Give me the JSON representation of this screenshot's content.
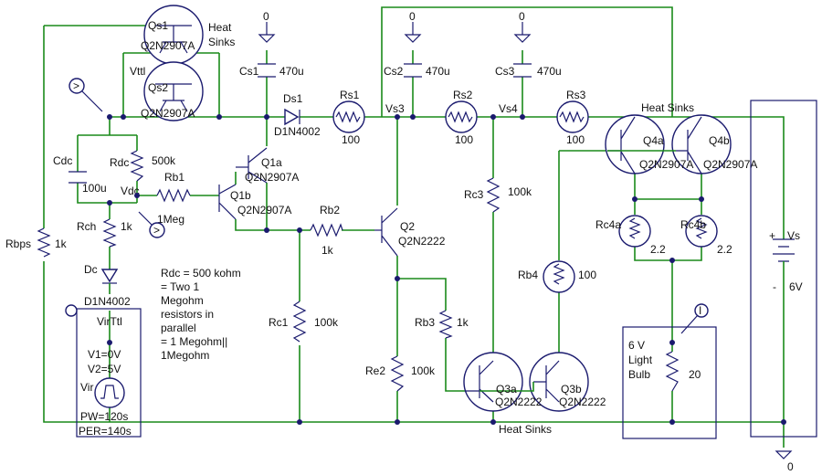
{
  "labels": {
    "qs1": "Qs1",
    "qs2": "Qs2",
    "qs_model1": "Q2N2907A",
    "qs_model2": "Q2N2907A",
    "heat_sinks_top": "Heat\nSinks",
    "heat_sinks_right": "Heat Sinks",
    "heat_sinks_bottom": "Heat Sinks",
    "vttl": "Vttl",
    "gnd_0": "0",
    "cs1": "Cs1",
    "cs1_val": "470u",
    "cs2": "Cs2",
    "cs2_val": "470u",
    "cs3": "Cs3",
    "cs3_val": "470u",
    "ds1": "Ds1",
    "ds1_model": "D1N4002",
    "rs1": "Rs1",
    "rs1_val": "100",
    "rs2": "Rs2",
    "rs2_val": "100",
    "rs3": "Rs3",
    "rs3_val": "100",
    "vs3": "Vs3",
    "vs4": "Vs4",
    "cdc": "Cdc",
    "cdc_val": "100u",
    "rdc": "Rdc",
    "rdc_val": "500k",
    "vdc": "Vdc",
    "rb1": "Rb1",
    "rb1_val": "1Meg",
    "q1a": "Q1a",
    "q1a_model": "Q2N2907A",
    "q1b": "Q1b",
    "q1b_model": "Q2N2907A",
    "rb2": "Rb2",
    "rb2_val": "1k",
    "q2": "Q2",
    "q2_model": "Q2N2222",
    "rch": "Rch",
    "rch_val": "1k",
    "rbps": "Rbps",
    "rbps_val": "1k",
    "dc": "Dc",
    "dc_model": "D1N4002",
    "virttl": "VirTtl",
    "v1": "V1=0V",
    "v2": "V2=5V",
    "vir": "Vir",
    "pw": "PW=120s",
    "per": "PER=140s",
    "note": [
      "Rdc = 500 kohm",
      " = Two 1",
      "Megohm",
      "resistors in",
      "parallel",
      " = 1 Megohm||",
      "1Megohm"
    ],
    "rc1": "Rc1",
    "rc1_val": "100k",
    "rc3": "Rc3",
    "rc3_val": "100k",
    "rb3": "Rb3",
    "rb3_val": "1k",
    "re2": "Re2",
    "re2_val": "100k",
    "rb4": "Rb4",
    "rb4_val": "100",
    "q3a": "Q3a",
    "q3a_model": "Q2N2222",
    "q3b": "Q3b",
    "q3b_model": "Q2N2222",
    "q4a": "Q4a",
    "q4a_model": "Q2N2907A",
    "q4b": "Q4b",
    "q4b_model": "Q2N2907A",
    "rc4a": "Rc4a",
    "rc4a_val": "2.2",
    "rc4b": "Rc4b",
    "rc4b_val": "2.2",
    "bulb": "6 V\nLight\nBulb",
    "bulb_val": "20",
    "vs": "Vs",
    "vs_val": "6V",
    "plus": "+",
    "minus": "-",
    "probe_v": ">",
    "probe_i": "I"
  }
}
